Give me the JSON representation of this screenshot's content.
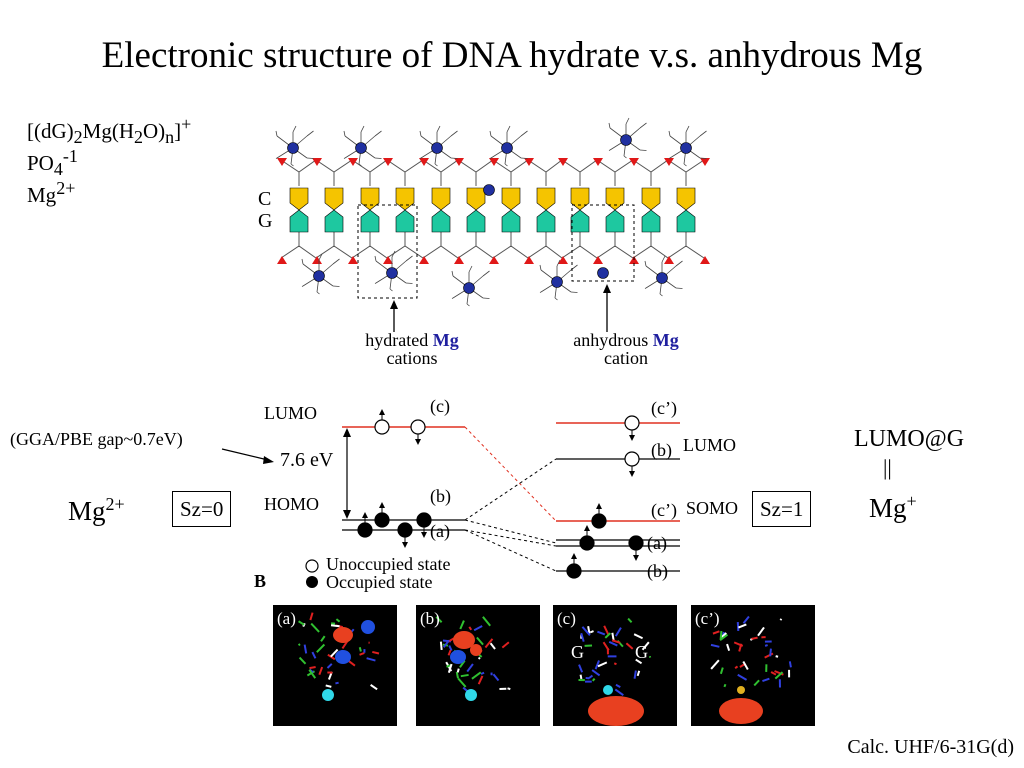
{
  "title": "Electronic structure of DNA hydrate v.s. anhydrous Mg",
  "legend": {
    "complex": {
      "a": "[(dG)",
      "b": "2",
      "c": "Mg(H",
      "d": "2",
      "e": "O)",
      "f": "n",
      "g": "]",
      "h": "+"
    },
    "phosphate": {
      "a": "PO",
      "b": "4",
      "c": "-1"
    },
    "ion": {
      "a": "Mg",
      "b": "2+"
    }
  },
  "strand_labels": {
    "c": "C",
    "g": "G"
  },
  "captions": {
    "hydrated_prefix": "hydrated ",
    "hydrated_mg": "Mg",
    "hydrated_suffix": "cations",
    "anhydrous_prefix": "anhydrous ",
    "anhydrous_mg": "Mg",
    "anhydrous_suffix": "cation"
  },
  "energy": {
    "lumo": "LUMO",
    "homo": "HOMO",
    "gap_note": "(GGA/PBE gap~0.7eV)",
    "gap_value": "7.6 eV",
    "c": "(c)",
    "b": "(b)",
    "a": "(a)",
    "c_prime_top": "(c’)",
    "b_lumo": "(b)",
    "lumo_right": "LUMO",
    "c_prime_somo": "(c’)",
    "somo": "SOMO",
    "a_right": "(a)",
    "b_right": "(b)",
    "mg2": {
      "a": "Mg",
      "b": "2+"
    },
    "sz0": "Sz=0",
    "sz1": "Sz=1",
    "lumo_at_g": "LUMO@G",
    "equiv": "||",
    "mg1": {
      "a": "Mg",
      "b": "+"
    },
    "unoccupied": "Unoccupied state",
    "occupied": "Occupied state",
    "panel_b": "B"
  },
  "panels": [
    {
      "label": "(a)"
    },
    {
      "label": "(b)"
    },
    {
      "label": "(c)",
      "g1": "G",
      "g2": "G"
    },
    {
      "label": "(c’)"
    }
  ],
  "footer": "Calc. UHF/6-31G(d)",
  "colors": {
    "base_c": "#f5c400",
    "base_g": "#1ec8a0",
    "phosphate": "#e01818",
    "mg_ion": "#2030a0",
    "level_red": "#e03020",
    "orbital_red": "#e84020",
    "orbital_blue": "#2050e0",
    "mg_cyan": "#30d8e8"
  }
}
